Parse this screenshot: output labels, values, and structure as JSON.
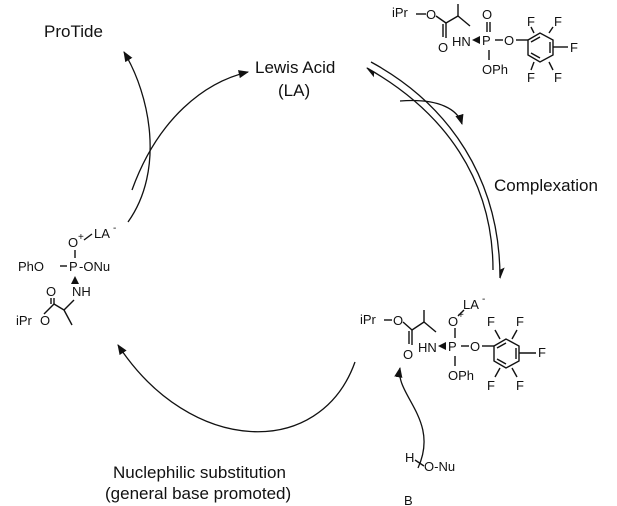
{
  "labels": {
    "protide": "ProTide",
    "lewis_acid_line1": "Lewis Acid",
    "lewis_acid_line2": "(LA)",
    "complexation": "Complexation",
    "nucleophilic_line1": "Nuclephilic substitution",
    "nucleophilic_line2": "(general base promoted)"
  },
  "reagent": {
    "ipr": "iPr",
    "o_ester": "O",
    "hn": "HN",
    "p": "P",
    "o_double": "O",
    "o_link": "O",
    "oph": "OPh",
    "f1": "F",
    "f2": "F",
    "f3": "F",
    "f4": "F",
    "f5": "F"
  },
  "complex": {
    "ipr": "iPr",
    "o_ester": "O",
    "hn": "HN",
    "p": "P",
    "o_plus": "O",
    "plus": "+",
    "la": "LA",
    "minus": "-",
    "o_link": "O",
    "oph": "OPh",
    "f1": "F",
    "f2": "F",
    "f3": "F",
    "f4": "F",
    "f5": "F"
  },
  "intermediate": {
    "o_plus": "O",
    "plus": "+",
    "la": "LA",
    "minus": "-",
    "pho": "PhO",
    "p": "P",
    "onu": "-ONu",
    "nh": "NH",
    "o_ester": "O",
    "ipr": "iPr",
    "o_link": "O"
  },
  "nucleophile": {
    "h": "H",
    "onu": "O-Nu",
    "b": "B"
  }
}
